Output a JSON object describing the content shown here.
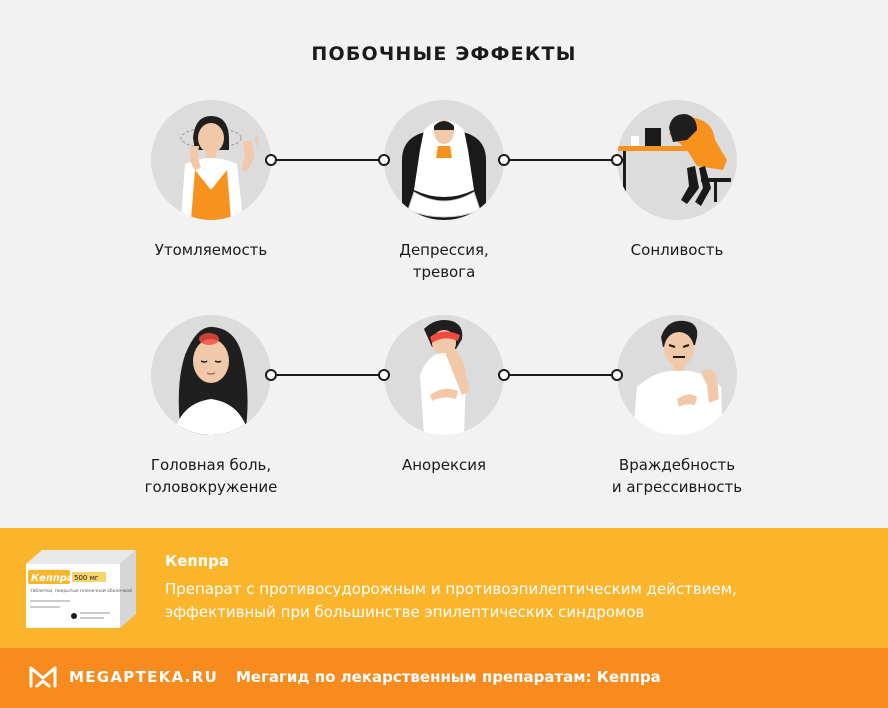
{
  "page": {
    "title": "ПОБОЧНЫЕ ЭФФЕКТЫ"
  },
  "effects": [
    {
      "label": "Утомляемость",
      "icon": "fatigue-illustration"
    },
    {
      "label": "Депрессия,\nтревога",
      "icon": "depression-illustration"
    },
    {
      "label": "Сонливость",
      "icon": "drowsiness-illustration"
    },
    {
      "label": "Головная боль,\nголовокружение",
      "icon": "headache-illustration"
    },
    {
      "label": "Анорексия",
      "icon": "anorexia-illustration"
    },
    {
      "label": "Враждебность\nи агрессивность",
      "icon": "hostility-illustration"
    }
  ],
  "drug": {
    "name": "Кеппра",
    "description": "Препарат с противосудорожным и противоэпилептическим действием,\nэффективный при большинстве эпилептических синдромов",
    "package": {
      "brand": "Кеппра",
      "dose": "500 мг",
      "subtitle": "таблетки, покрытые пленочной оболочкой"
    }
  },
  "footer": {
    "logo": "MEGAPTEKA.RU",
    "tagline": "Мегагид по лекарственным препаратам: Кеппра"
  },
  "colors": {
    "band": "#fbb52d",
    "footer": "#f88b1d",
    "accent_orange": "#f7921e",
    "circle": "#dcdcdc"
  }
}
